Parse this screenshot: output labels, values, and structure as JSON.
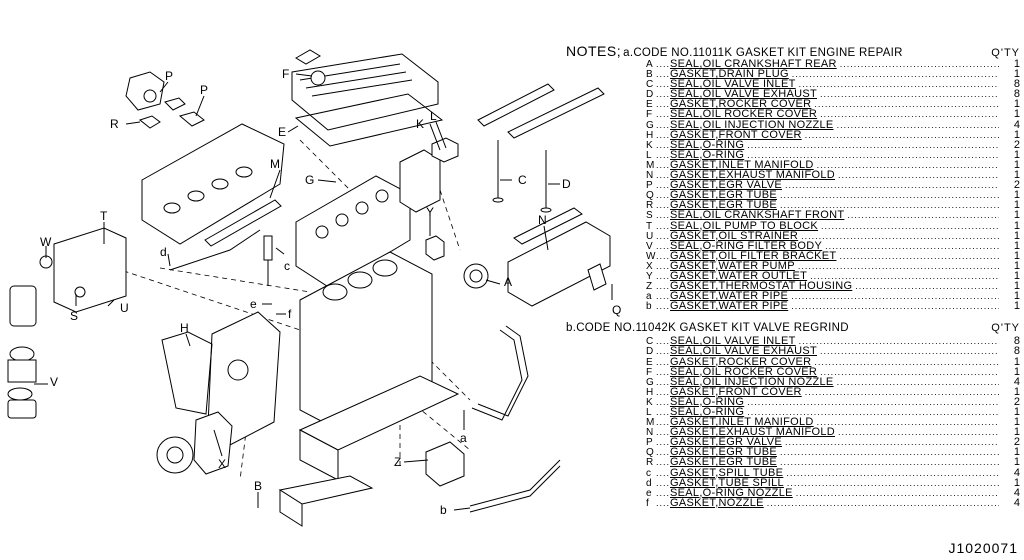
{
  "notes_label": "NOTES;",
  "kit_a": {
    "code": "a.CODE NO.11011K GASKET KIT ENGINE REPAIR",
    "qty_header": "Q'TY",
    "items": [
      {
        "key": "A",
        "desc": "SEAL,OIL CRANKSHAFT REAR",
        "qty": "1"
      },
      {
        "key": "B",
        "desc": "GASKET,DRAIN PLUG",
        "qty": "1"
      },
      {
        "key": "C",
        "desc": "SEAL,OIL VALVE INLET",
        "qty": "8"
      },
      {
        "key": "D",
        "desc": "SEAL,OIL VALVE EXHAUST",
        "qty": "8"
      },
      {
        "key": "E",
        "desc": "GASKET,ROCKER COVER",
        "qty": "1"
      },
      {
        "key": "F",
        "desc": "SEAL,OIL ROCKER COVER",
        "qty": "1"
      },
      {
        "key": "G",
        "desc": "SEAL,OIL INJECTION NOZZLE",
        "qty": "4"
      },
      {
        "key": "H",
        "desc": "GASKET,FRONT COVER",
        "qty": "1"
      },
      {
        "key": "K",
        "desc": "SEAL,O-RING",
        "qty": "2"
      },
      {
        "key": "L",
        "desc": "SEAL,O-RING",
        "qty": "1"
      },
      {
        "key": "M",
        "desc": "GASKET,INLET MANIFOLD",
        "qty": "1"
      },
      {
        "key": "N",
        "desc": "GASKET,EXHAUST MANIFOLD",
        "qty": "1"
      },
      {
        "key": "P",
        "desc": "GASKET,EGR VALVE",
        "qty": "2"
      },
      {
        "key": "Q",
        "desc": "GASKET,EGR TUBE",
        "qty": "1"
      },
      {
        "key": "R",
        "desc": "GASKET,EGR TUBE",
        "qty": "1"
      },
      {
        "key": "S",
        "desc": "SEAL,OIL CRANKSHAFT FRONT",
        "qty": "1"
      },
      {
        "key": "T",
        "desc": "SEAL,OIL PUMP TO BLOCK",
        "qty": "1"
      },
      {
        "key": "U",
        "desc": "GASKET,OIL STRAINER",
        "qty": "1"
      },
      {
        "key": "V",
        "desc": "SEAL,O-RING FILTER BODY",
        "qty": "1"
      },
      {
        "key": "W",
        "desc": "GASKET,OIL FILTER BRACKET",
        "qty": "1"
      },
      {
        "key": "X",
        "desc": "GASKET,WATER PUMP",
        "qty": "1"
      },
      {
        "key": "Y",
        "desc": "GASKET,WATER OUTLET",
        "qty": "1"
      },
      {
        "key": "Z",
        "desc": "GASKET,THERMOSTAT HOUSING",
        "qty": "1"
      },
      {
        "key": "a",
        "desc": "GASKET,WATER PIPE",
        "qty": "1"
      },
      {
        "key": "b",
        "desc": "GASKET,WATER PIPE",
        "qty": "1"
      }
    ]
  },
  "kit_b": {
    "code": "b.CODE NO.11042K GASKET KIT VALVE REGRIND",
    "qty_header": "Q'TY",
    "items": [
      {
        "key": "C",
        "desc": "SEAL,OIL VALVE INLET",
        "qty": "8"
      },
      {
        "key": "D",
        "desc": "SEAL,OIL VALVE EXHAUST",
        "qty": "8"
      },
      {
        "key": "E",
        "desc": "GASKET,ROCKER COVER",
        "qty": "1"
      },
      {
        "key": "F",
        "desc": "SEAL,OIL ROCKER COVER",
        "qty": "1"
      },
      {
        "key": "G",
        "desc": "SEAL,OIL INJECTION NOZZLE",
        "qty": "4"
      },
      {
        "key": "H",
        "desc": "GASKET,FRONT COVER",
        "qty": "1"
      },
      {
        "key": "K",
        "desc": "SEAL,O-RING",
        "qty": "2"
      },
      {
        "key": "L",
        "desc": "SEAL,O-RING",
        "qty": "1"
      },
      {
        "key": "M",
        "desc": "GASKET,INLET MANIFOLD",
        "qty": "1"
      },
      {
        "key": "N",
        "desc": "GASKET,EXHAUST MANIFOLD",
        "qty": "1"
      },
      {
        "key": "P",
        "desc": "GASKET,EGR VALVE",
        "qty": "2"
      },
      {
        "key": "Q",
        "desc": "GASKET,EGR TUBE",
        "qty": "1"
      },
      {
        "key": "R",
        "desc": "GASKET,EGR TUBE",
        "qty": "1"
      },
      {
        "key": "c",
        "desc": "GASKET,SPILL TUBE",
        "qty": "4"
      },
      {
        "key": "d",
        "desc": "GASKET,TUBE SPILL",
        "qty": "1"
      },
      {
        "key": "e",
        "desc": "SEAL,O-RING NOZZLE",
        "qty": "4"
      },
      {
        "key": "f",
        "desc": "GASKET,NOZZLE",
        "qty": "4"
      }
    ]
  },
  "diagram_code": "J1020071",
  "callouts": {
    "A": "A",
    "B": "B",
    "C": "C",
    "D": "D",
    "E": "E",
    "F": "F",
    "G": "G",
    "H": "H",
    "K": "K",
    "L": "L",
    "M": "M",
    "N": "N",
    "P1": "P",
    "P2": "P",
    "Q": "Q",
    "R": "R",
    "S": "S",
    "T": "T",
    "U": "U",
    "V": "V",
    "W": "W",
    "X": "X",
    "Y": "Y",
    "Z": "Z",
    "a": "a",
    "b": "b",
    "c": "c",
    "d": "d",
    "e": "e",
    "f": "f"
  }
}
